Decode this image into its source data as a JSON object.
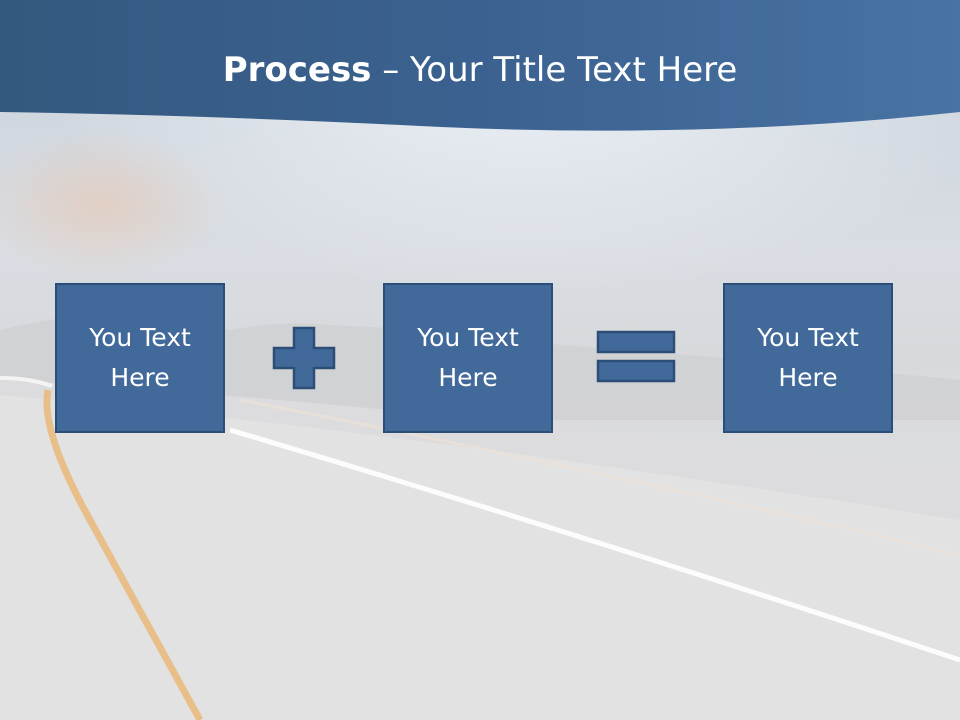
{
  "slide": {
    "title_bold": "Process",
    "title_rest": " – Your Title Text Here",
    "boxes": [
      {
        "label": "You Text Here"
      },
      {
        "label": "You Text Here"
      },
      {
        "label": "You Text Here"
      }
    ],
    "operators": [
      "plus-icon",
      "equals-icon"
    ]
  },
  "colors": {
    "header_band": "#3e6593",
    "box_fill": "#41699a",
    "box_border": "#2c4e76",
    "title_text": "#ffffff"
  }
}
